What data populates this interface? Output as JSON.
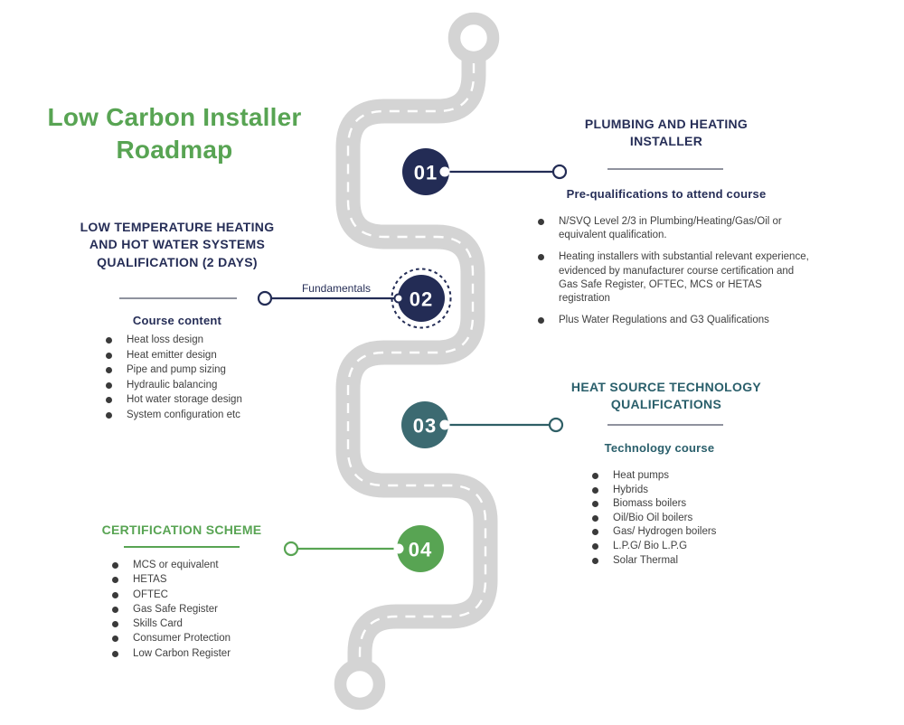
{
  "title": "Low Carbon Installer Roadmap",
  "colors": {
    "green": "#58a453",
    "navy": "#232c55",
    "teal": "#3c6a71",
    "road_gray": "#d4d4d4",
    "body_text": "#414141",
    "divider_gray": "#8f929e"
  },
  "connector_label": "Fundamentals",
  "milestones": {
    "m1": {
      "number": "01"
    },
    "m2": {
      "number": "02"
    },
    "m3": {
      "number": "03"
    },
    "m4": {
      "number": "04"
    }
  },
  "sections": {
    "plumbing": {
      "heading": "PLUMBING AND HEATING INSTALLER",
      "subheading": "Pre-qualifications to attend course",
      "bullets": [
        "N/SVQ Level 2/3 in Plumbing/Heating/Gas/Oil or equivalent qualification.",
        "Heating installers with substantial relevant experience, evidenced  by manufacturer course certification and Gas Safe Register, OFTEC, MCS or HETAS registration",
        "Plus Water Regulations and G3 Qualifications"
      ]
    },
    "low_temp": {
      "heading": "LOW TEMPERATURE HEATING AND HOT WATER SYSTEMS QUALIFICATION (2 DAYS)",
      "subheading": "Course content",
      "bullets": [
        "Heat loss design",
        "Heat emitter design",
        "Pipe and pump sizing",
        "Hydraulic balancing",
        "Hot water storage design",
        "System configuration etc"
      ]
    },
    "heat_source": {
      "heading": "HEAT SOURCE TECHNOLOGY QUALIFICATIONS",
      "subheading": "Technology course",
      "bullets": [
        "Heat pumps",
        "Hybrids",
        "Biomass boilers",
        "Oil/Bio Oil boilers",
        "Gas/ Hydrogen boilers",
        "L.P.G/ Bio L.P.G",
        "Solar Thermal"
      ]
    },
    "certification": {
      "heading": "CERTIFICATION SCHEME",
      "bullets": [
        "MCS or equivalent",
        "HETAS",
        "OFTEC",
        "Gas  Safe Register",
        "Skills Card",
        "Consumer Protection",
        "Low Carbon Register"
      ]
    }
  }
}
